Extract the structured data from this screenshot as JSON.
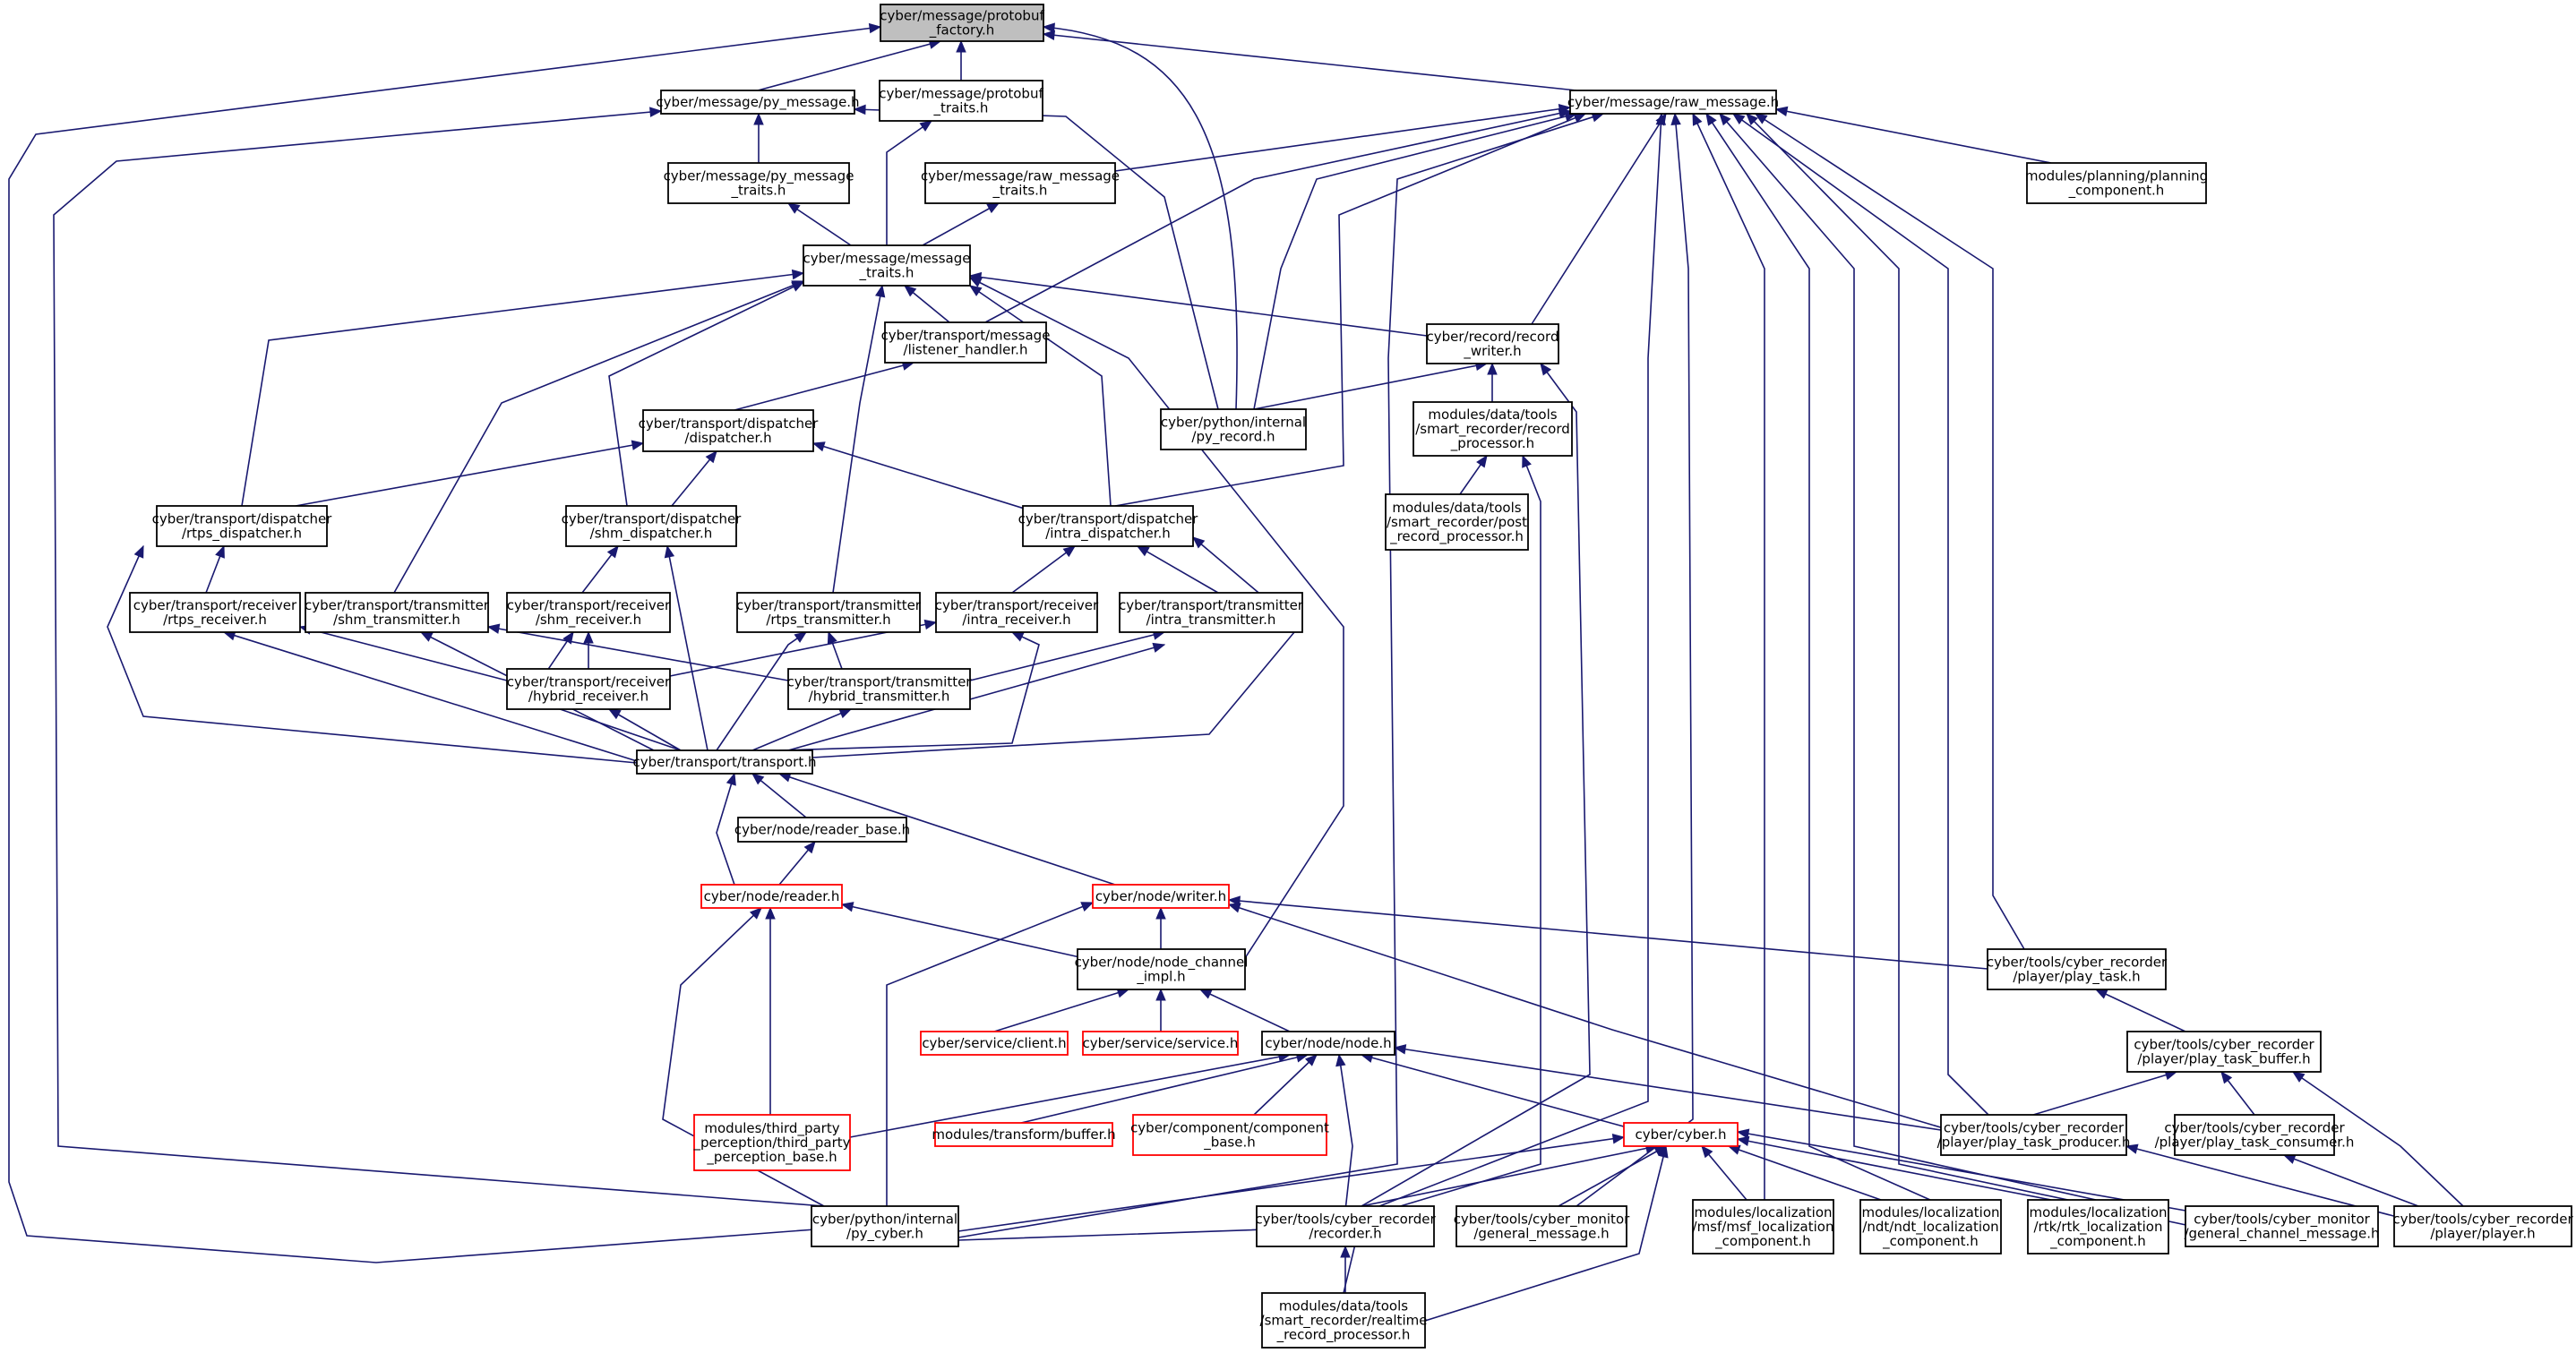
{
  "colors": {
    "edge": "#191970",
    "node_border": "#000000",
    "node_border_incomplete": "#ff0000",
    "root_fill": "#bfbfbf",
    "node_fill": "#ffffff"
  },
  "nodes": [
    {
      "id": "protobuf_factory",
      "lines": [
        "cyber/message/protobuf",
        "_factory.h"
      ],
      "root": true
    },
    {
      "id": "py_message",
      "lines": [
        "cyber/message/py_message.h"
      ]
    },
    {
      "id": "protobuf_traits",
      "lines": [
        "cyber/message/protobuf",
        "_traits.h"
      ]
    },
    {
      "id": "raw_message",
      "lines": [
        "cyber/message/raw_message.h"
      ]
    },
    {
      "id": "py_message_traits",
      "lines": [
        "cyber/message/py_message",
        "_traits.h"
      ]
    },
    {
      "id": "raw_message_traits",
      "lines": [
        "cyber/message/raw_message",
        "_traits.h"
      ]
    },
    {
      "id": "planning_component",
      "lines": [
        "modules/planning/planning",
        "_component.h"
      ]
    },
    {
      "id": "message_traits",
      "lines": [
        "cyber/message/message",
        "_traits.h"
      ]
    },
    {
      "id": "listener_handler",
      "lines": [
        "cyber/transport/message",
        "/listener_handler.h"
      ]
    },
    {
      "id": "record_writer",
      "lines": [
        "cyber/record/record",
        "_writer.h"
      ]
    },
    {
      "id": "py_record",
      "lines": [
        "cyber/python/internal",
        "/py_record.h"
      ]
    },
    {
      "id": "dispatcher",
      "lines": [
        "cyber/transport/dispatcher",
        "/dispatcher.h"
      ]
    },
    {
      "id": "record_processor",
      "lines": [
        "modules/data/tools",
        "/smart_recorder/record",
        "_processor.h"
      ]
    },
    {
      "id": "post_record_processor",
      "lines": [
        "modules/data/tools",
        "/smart_recorder/post",
        "_record_processor.h"
      ]
    },
    {
      "id": "rtps_dispatcher",
      "lines": [
        "cyber/transport/dispatcher",
        "/rtps_dispatcher.h"
      ]
    },
    {
      "id": "shm_dispatcher",
      "lines": [
        "cyber/transport/dispatcher",
        "/shm_dispatcher.h"
      ]
    },
    {
      "id": "intra_dispatcher",
      "lines": [
        "cyber/transport/dispatcher",
        "/intra_dispatcher.h"
      ]
    },
    {
      "id": "rtps_receiver",
      "lines": [
        "cyber/transport/receiver",
        "/rtps_receiver.h"
      ]
    },
    {
      "id": "shm_transmitter",
      "lines": [
        "cyber/transport/transmitter",
        "/shm_transmitter.h"
      ]
    },
    {
      "id": "shm_receiver",
      "lines": [
        "cyber/transport/receiver",
        "/shm_receiver.h"
      ]
    },
    {
      "id": "rtps_transmitter",
      "lines": [
        "cyber/transport/transmitter",
        "/rtps_transmitter.h"
      ]
    },
    {
      "id": "intra_receiver",
      "lines": [
        "cyber/transport/receiver",
        "/intra_receiver.h"
      ]
    },
    {
      "id": "intra_transmitter",
      "lines": [
        "cyber/transport/transmitter",
        "/intra_transmitter.h"
      ]
    },
    {
      "id": "hybrid_receiver",
      "lines": [
        "cyber/transport/receiver",
        "/hybrid_receiver.h"
      ]
    },
    {
      "id": "hybrid_transmitter",
      "lines": [
        "cyber/transport/transmitter",
        "/hybrid_transmitter.h"
      ]
    },
    {
      "id": "transport",
      "lines": [
        "cyber/transport/transport.h"
      ]
    },
    {
      "id": "reader_base",
      "lines": [
        "cyber/node/reader_base.h"
      ]
    },
    {
      "id": "reader",
      "lines": [
        "cyber/node/reader.h"
      ],
      "red": true
    },
    {
      "id": "writer",
      "lines": [
        "cyber/node/writer.h"
      ],
      "red": true
    },
    {
      "id": "node_channel_impl",
      "lines": [
        "cyber/node/node_channel",
        "_impl.h"
      ]
    },
    {
      "id": "play_task",
      "lines": [
        "cyber/tools/cyber_recorder",
        "/player/play_task.h"
      ]
    },
    {
      "id": "client",
      "lines": [
        "cyber/service/client.h"
      ],
      "red": true
    },
    {
      "id": "service",
      "lines": [
        "cyber/service/service.h"
      ],
      "red": true
    },
    {
      "id": "node",
      "lines": [
        "cyber/node/node.h"
      ]
    },
    {
      "id": "play_task_buffer",
      "lines": [
        "cyber/tools/cyber_recorder",
        "/player/play_task_buffer.h"
      ]
    },
    {
      "id": "third_party_perception",
      "lines": [
        "modules/third_party",
        "_perception/third_party",
        "_perception_base.h"
      ],
      "red": true
    },
    {
      "id": "buffer",
      "lines": [
        "modules/transform/buffer.h"
      ],
      "red": true
    },
    {
      "id": "component_base",
      "lines": [
        "cyber/component/component",
        "_base.h"
      ],
      "red": true
    },
    {
      "id": "cyber",
      "lines": [
        "cyber/cyber.h"
      ],
      "red": true
    },
    {
      "id": "play_task_producer",
      "lines": [
        "cyber/tools/cyber_recorder",
        "/player/play_task_producer.h"
      ]
    },
    {
      "id": "play_task_consumer",
      "lines": [
        "cyber/tools/cyber_recorder",
        "/player/play_task_consumer.h"
      ]
    },
    {
      "id": "py_cyber",
      "lines": [
        "cyber/python/internal",
        "/py_cyber.h"
      ]
    },
    {
      "id": "recorder",
      "lines": [
        "cyber/tools/cyber_recorder",
        "/recorder.h"
      ]
    },
    {
      "id": "general_message",
      "lines": [
        "cyber/tools/cyber_monitor",
        "/general_message.h"
      ]
    },
    {
      "id": "msf_localization",
      "lines": [
        "modules/localization",
        "/msf/msf_localization",
        "_component.h"
      ]
    },
    {
      "id": "ndt_localization",
      "lines": [
        "modules/localization",
        "/ndt/ndt_localization",
        "_component.h"
      ]
    },
    {
      "id": "rtk_localization",
      "lines": [
        "modules/localization",
        "/rtk/rtk_localization",
        "_component.h"
      ]
    },
    {
      "id": "general_channel_message",
      "lines": [
        "cyber/tools/cyber_monitor",
        "/general_channel_message.h"
      ]
    },
    {
      "id": "player",
      "lines": [
        "cyber/tools/cyber_recorder",
        "/player/player.h"
      ]
    },
    {
      "id": "realtime_record_processor",
      "lines": [
        "modules/data/tools",
        "/smart_recorder/realtime",
        "_record_processor.h"
      ]
    }
  ]
}
